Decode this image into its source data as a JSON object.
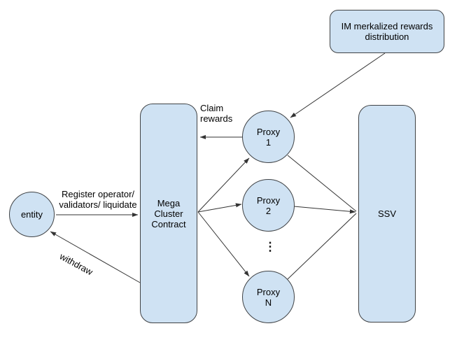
{
  "colors": {
    "node_fill": "#cfe2f3",
    "node_border": "#3f4245",
    "wire": "#333333",
    "background": "#ffffff",
    "text": "#000000"
  },
  "nodes": {
    "entity": {
      "label": "entity"
    },
    "mega": {
      "label": "Mega\nCluster\nContract"
    },
    "proxy1": {
      "label": "Proxy\n1"
    },
    "proxy2": {
      "label": "Proxy\n2"
    },
    "proxyN": {
      "label": "Proxy\nN"
    },
    "ssv": {
      "label": "SSV"
    },
    "im_rewards": {
      "label": "IM merkalized rewards\ndistribution"
    },
    "ellipsis": "⋮"
  },
  "edge_labels": {
    "claim_rewards": "Claim\nrewards",
    "register": "Register operator/\nvalidators/ liquidate",
    "withdraw": "withdraw"
  }
}
